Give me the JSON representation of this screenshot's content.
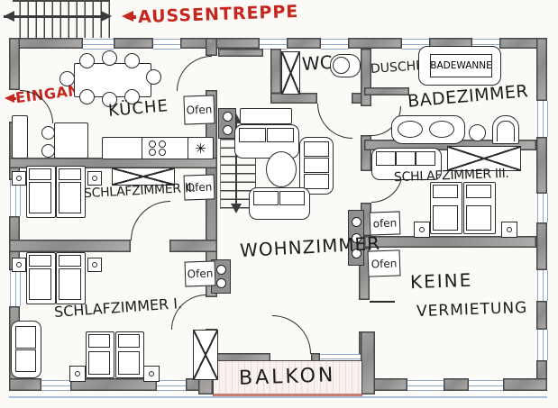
{
  "annotations": {
    "aussentreppe": "AUSSENTREPPE",
    "eingang": "EINGANG"
  },
  "rooms": {
    "kueche": "KÜCHE",
    "schlafzimmer_2": "SCHLAFZIMMER II.",
    "schlafzimmer_1": "SCHLAFZIMMER I.",
    "schlafzimmer_3": "SCHLAFZIMMER III.",
    "wohnzimmer": "WOHNZIMMER",
    "wc": "WC",
    "badezimmer": "BADEZIMMER",
    "keine_vermietung_line1": "KEINE",
    "keine_vermietung_line2": "VERMIETUNG",
    "balkon": "BALKON"
  },
  "fixtures": {
    "dusche": "DUSCHE",
    "badewanne": "BADEWANNE",
    "ofen_kueche": "Ofen",
    "ofen_schlafzimmer_2": "Ofen",
    "ofen_schlafzimmer_1": "Ofen",
    "ofen_schlafzimmer_3": "ofen",
    "ofen_keine_vermietung": "Ofen",
    "sink_symbol": "✳"
  },
  "colors": {
    "annotation_red": "#c5271f",
    "wall_gray": "#979797",
    "window_blue": "#8fa9cd",
    "ink": "#1c1c1c",
    "balcony_edge": "#cc7d72"
  }
}
